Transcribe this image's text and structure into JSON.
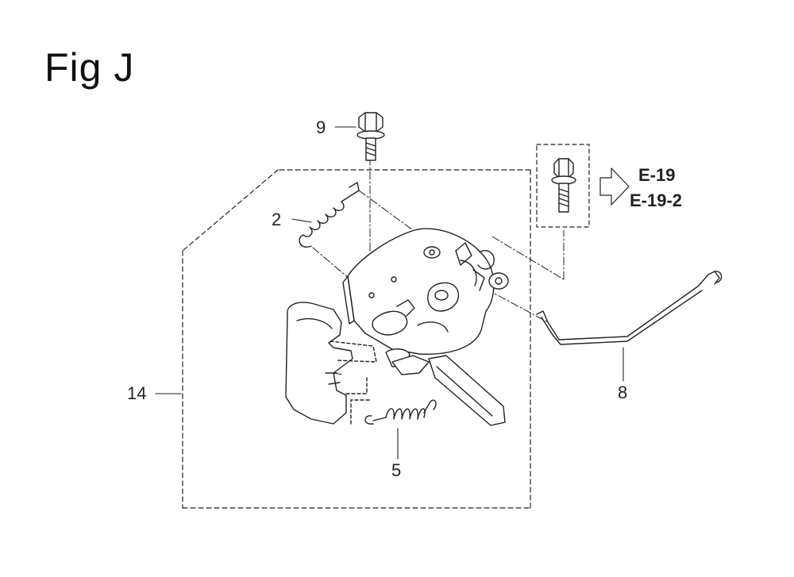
{
  "figure": {
    "title": "Fig J"
  },
  "callouts": {
    "c9": "9",
    "c2": "2",
    "c14": "14",
    "c5": "5",
    "c8": "8"
  },
  "references": {
    "r1": "E-19",
    "r2": "E-19-2"
  },
  "colors": {
    "line": "#222222",
    "background": "#ffffff"
  }
}
